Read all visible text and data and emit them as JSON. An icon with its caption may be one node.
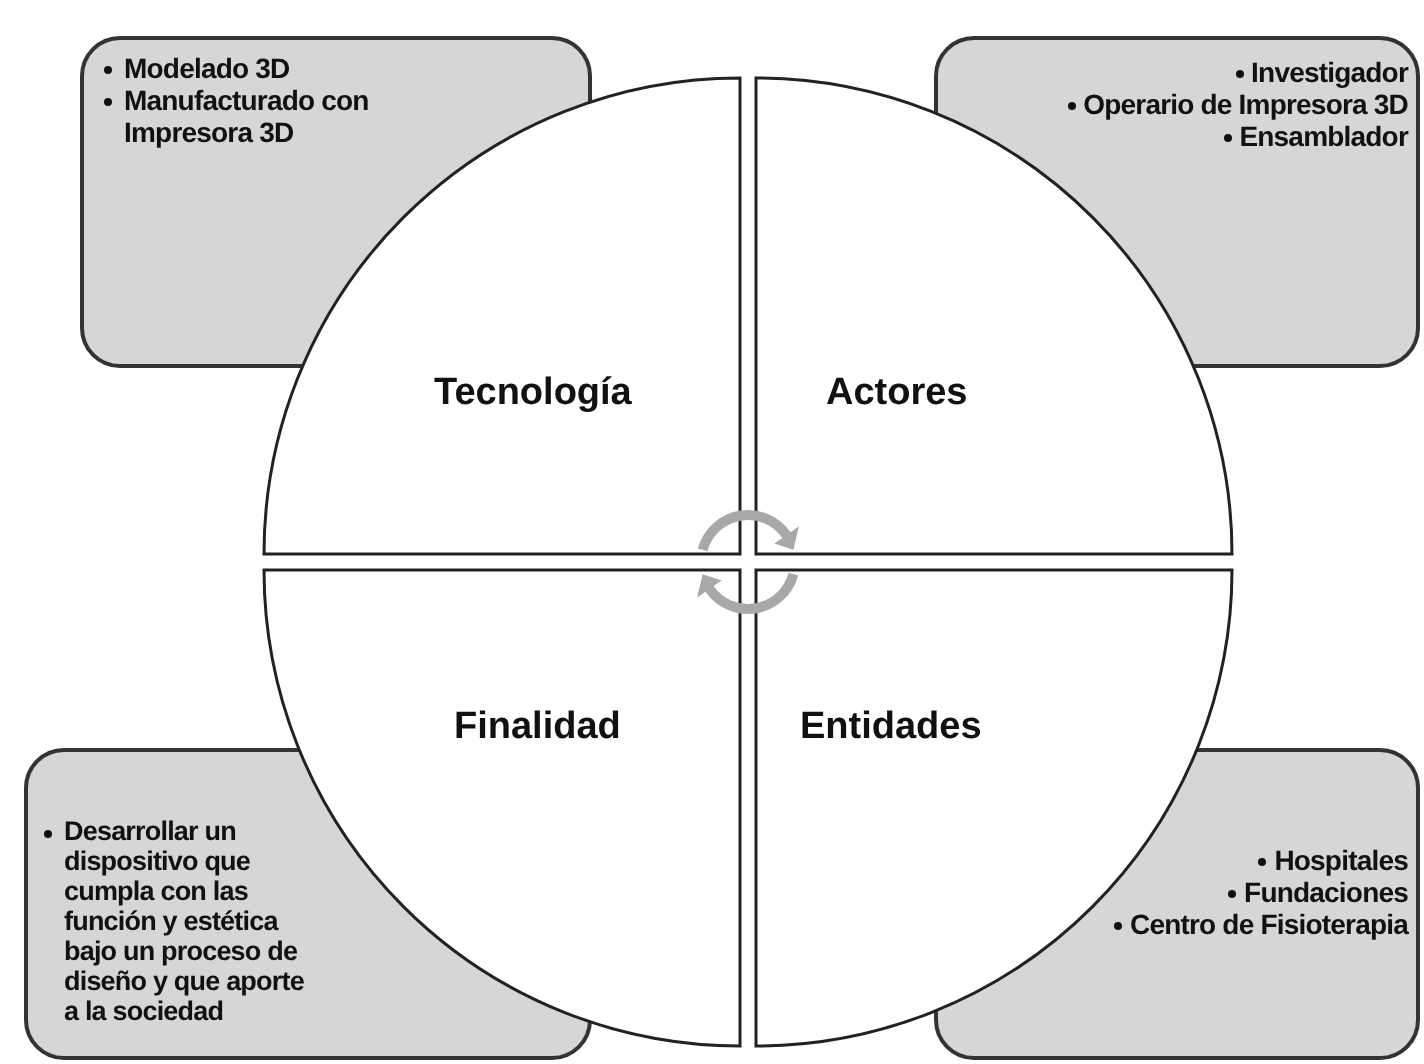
{
  "diagram": {
    "nodes": [
      {
        "text": [
          "Modelado 3D",
          "Manufacturado con Impresora 3D"
        ]
      },
      {
        "text": [
          "Investigador",
          "Operario de Impresora 3D",
          "Ensamblador"
        ]
      },
      {
        "text": [
          "Tecnología"
        ]
      },
      {
        "text": [
          "Actores"
        ]
      },
      {
        "text": [
          "Finalidad"
        ]
      },
      {
        "text": [
          "Entidades"
        ]
      },
      {
        "text": [
          "Desarrollar un dispositivo que cumpla con las función y estética bajo un proceso de diseño y que aporte a la sociedad"
        ]
      },
      {
        "text": [
          "Hospitales",
          "Fundaciones",
          "Centro de Fisioterapia"
        ]
      }
    ]
  }
}
